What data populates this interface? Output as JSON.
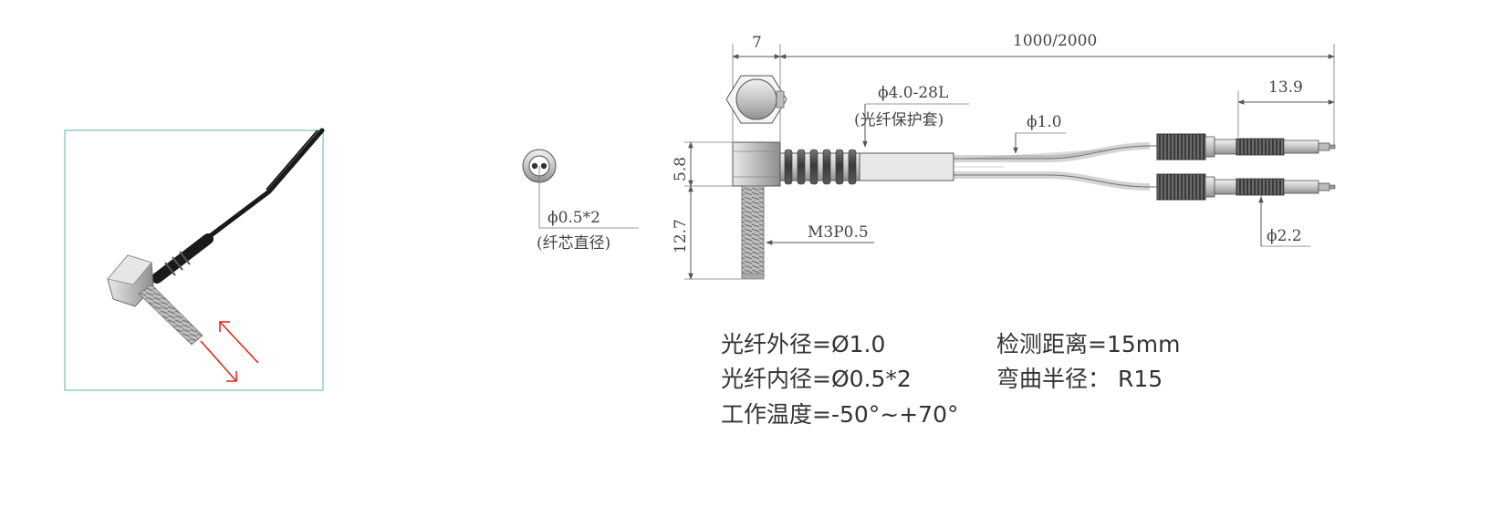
{
  "product": {
    "photo": {
      "frame_color": "#5fb3ad",
      "arrow_color": "#e02010",
      "cable_color": "#1a1a1a",
      "metal_color": "#bdbdbd"
    }
  },
  "cross_section": {
    "core_label": "ϕ0.5*2",
    "core_note": "(纤芯直径)"
  },
  "drawing": {
    "dim_head_width": "7",
    "dim_length": "1000/2000",
    "dim_sleeve": "ϕ4.0-28L",
    "sleeve_note": "(光纤保护套)",
    "dim_fiber": "ϕ1.0",
    "dim_plug_length": "13.9",
    "dim_head_height": "5.8",
    "dim_thread_length": "12.7",
    "thread_spec": "M3P0.5",
    "dim_plug_dia": "ϕ2.2"
  },
  "specs": {
    "outer_dia": "光纤外径=Ø1.0",
    "inner_dia": "光纤内径=Ø0.5*2",
    "temperature": "工作温度=-50°~+70°",
    "distance": "检测距离=15mm",
    "bend_radius": "弯曲半径： R15"
  }
}
